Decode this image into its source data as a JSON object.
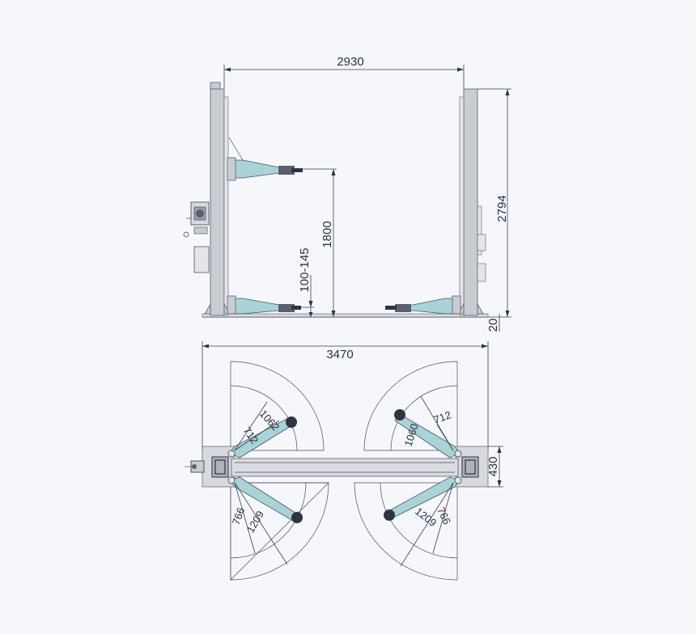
{
  "dimensions": {
    "overall_width_top": "2930",
    "height": "2794",
    "lift_height": "1800",
    "pad_height": "100-145",
    "base_height": "20",
    "overall_width_bottom": "3470",
    "depth": "430",
    "arm_short_left_a": "712",
    "arm_short_left_b": "1062",
    "arm_short_right_a": "712",
    "arm_short_right_b": "1060",
    "arm_long_left_a": "766",
    "arm_long_left_b": "1209",
    "arm_long_right_a": "766",
    "arm_long_right_b": "1209"
  },
  "colors": {
    "arm": "#a9d3d6",
    "post": "#c9ccd1",
    "line": "#3a3f55"
  }
}
